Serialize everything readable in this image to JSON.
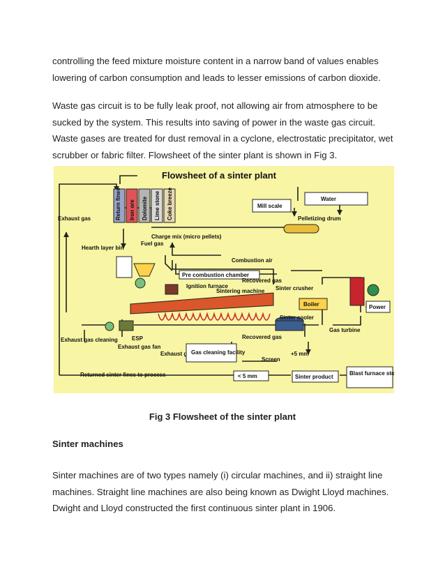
{
  "paragraphs": {
    "p1": "controlling the feed mixture moisture content in a narrow band of values enables lowering of carbon consumption and leads to lesser emissions of carbon dioxide.",
    "p2": "Waste gas circuit is to be fully leak proof, not allowing air from atmosphere to be sucked by the system. This results into saving of power in the waste gas circuit. Waste gases are treated for dust removal in a cyclone, electrostatic precipitator, wet scrubber or fabric filter. Flowsheet of the sinter plant is shown in Fig 3.",
    "p3": "Sinter machines are of two types namely (i) circular machines, and ii) straight line machines. Straight line machines are also being known as Dwight Lloyd machines. Dwight and Lloyd constructed the first continuous sinter plant in 1906."
  },
  "figure": {
    "title": "Flowsheet of a sinter plant",
    "bins": [
      "Return fines",
      "Iron ore",
      "Dolomite",
      "Lime stone",
      "Coke breeze"
    ],
    "labels": {
      "water": "Water",
      "mill_scale": "Mill scale",
      "exhaust_gas": "Exhaust gas",
      "pelletizing_drum": "Pelletizing drum",
      "charge_mix": "Charge mix (micro pellets)",
      "hearth_layer_bin": "Hearth layer bin",
      "fuel_gas": "Fuel gas",
      "combustion_air": "Combustion air",
      "pre_combustion_chamber": "Pre combustion chamber",
      "recovered_gas_top": "Recovered gas",
      "ignition_furnace": "Ignition furnace",
      "sintering_machine": "Sintering machine",
      "sinter_crusher": "Sinter crusher",
      "boiler": "Boiler",
      "power": "Power",
      "sinter_cooler": "Sinter cooler",
      "gas_turbine": "Gas turbine",
      "esp": "ESP",
      "exhaust_gas_cleaning": "Exhaust gas cleaning",
      "exhaust_gas_fan": "Exhaust gas fan",
      "exhaust_gas_bottom": "Exhaust gas",
      "gas_cleaning_facility": "Gas cleaning facility",
      "recovered_gas_bottom": "Recovered gas",
      "screen": "Screen",
      "plus5mm": "+5 mm",
      "returned_sinter_fines": "Returned sinter fines to process",
      "minus5mm": "< 5 mm",
      "sinter_product": "Sinter product",
      "blast_furnace": "Blast furnace stock house"
    },
    "colors": {
      "background": "#f8f5a4",
      "bin_return_fines": "#9aa3c8",
      "bin_iron_ore": "#e0525a",
      "bin_dolomite": "#b5b5b5",
      "bin_lime_stone": "#d9d9d9",
      "bin_coke_breeze": "#e7d9b3",
      "strand": "#d9572a",
      "machine_fill": "#ffd24a",
      "esp_box": "#6b7a3a",
      "power_unit": "#c8242c",
      "cooler": "#3c5f8f"
    }
  },
  "caption": "Fig 3 Flowsheet of the sinter plant",
  "heading": "Sinter machines"
}
